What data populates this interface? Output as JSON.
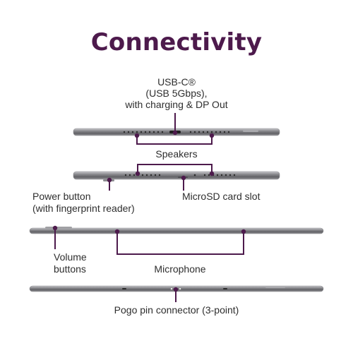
{
  "title": "Connectivity",
  "labels": {
    "usbc_line1": "USB-C®",
    "usbc_line2": "(USB 5Gbps),",
    "usbc_line3": "with charging & DP Out",
    "speakers": "Speakers",
    "power_line1": "Power button",
    "power_line2": "(with fingerprint reader)",
    "microsd": "MicroSD card slot",
    "volume_line1": "Volume",
    "volume_line2": "buttons",
    "microphone": "Microphone",
    "pogo": "Pogo pin connector (3-point)"
  },
  "colors": {
    "accent": "#4d1a4c",
    "device_body": "#76767a",
    "device_edge": "#b8b8bc",
    "text": "#2e2e2e"
  }
}
